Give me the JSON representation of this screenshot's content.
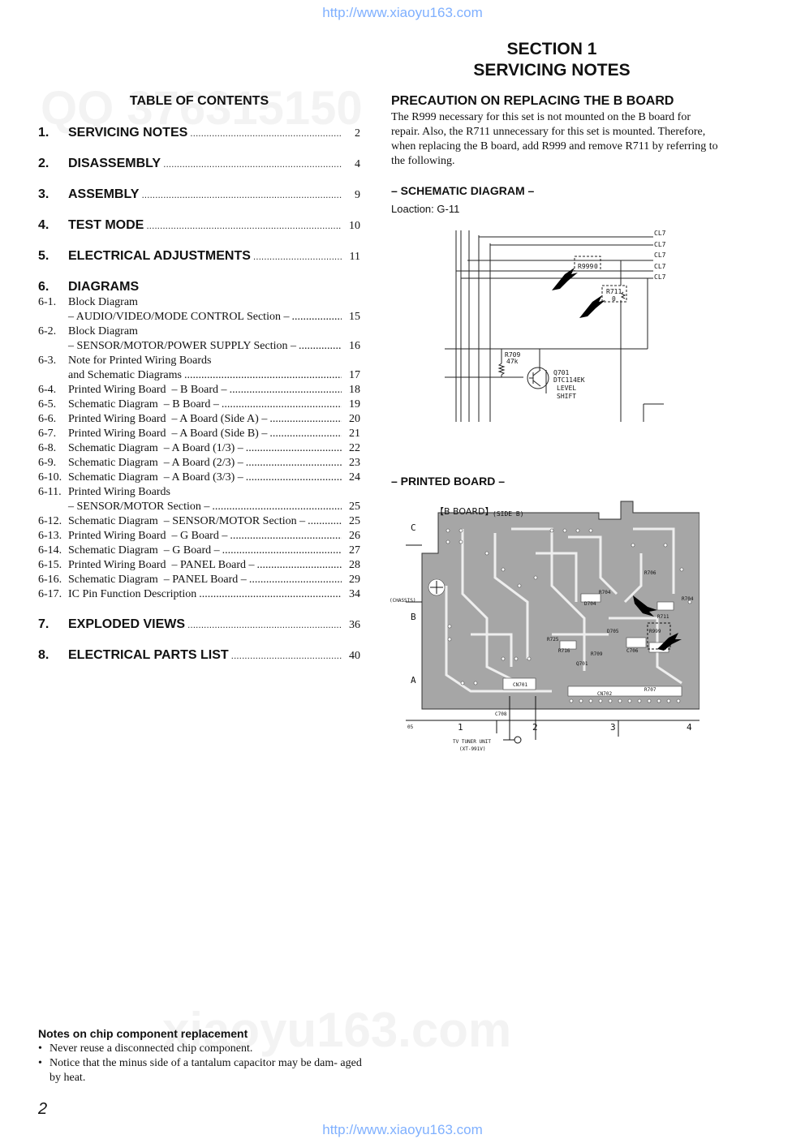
{
  "header_url": "http://www.xiaoyu163.com",
  "footer_url": "http://www.xiaoyu163.com",
  "section": {
    "line1": "SECTION  1",
    "line2": "SERVICING  NOTES"
  },
  "toc": {
    "title": "TABLE  OF  CONTENTS",
    "main": [
      {
        "num": "1.",
        "label": "SERVICING  NOTES",
        "page": "2"
      },
      {
        "num": "2.",
        "label": "DISASSEMBLY",
        "page": "4"
      },
      {
        "num": "3.",
        "label": "ASSEMBLY",
        "page": "9"
      },
      {
        "num": "4.",
        "label": "TEST  MODE",
        "page": "10"
      },
      {
        "num": "5.",
        "label": "ELECTRICAL  ADJUSTMENTS",
        "page": "11"
      },
      {
        "num": "6.",
        "label": "DIAGRAMS"
      },
      {
        "num": "7.",
        "label": "EXPLODED  VIEWS",
        "page": "36"
      },
      {
        "num": "8.",
        "label": "ELECTRICAL  PARTS  LIST",
        "page": "40"
      }
    ],
    "diagrams": [
      {
        "num": "6-1.",
        "label": "Block Diagram"
      },
      {
        "num": "",
        "label": "– AUDIO/VIDEO/MODE CONTROL Section –",
        "page": "15"
      },
      {
        "num": "6-2.",
        "label": "Block Diagram"
      },
      {
        "num": "",
        "label": "– SENSOR/MOTOR/POWER SUPPLY Section –",
        "page": "16"
      },
      {
        "num": "6-3.",
        "label": "Note for Printed Wiring Boards"
      },
      {
        "num": "",
        "label": "and Schematic Diagrams",
        "page": "17"
      },
      {
        "num": "6-4.",
        "label": "Printed Wiring Board  – B Board –",
        "page": "18"
      },
      {
        "num": "6-5.",
        "label": "Schematic Diagram  – B Board –",
        "page": "19"
      },
      {
        "num": "6-6.",
        "label": "Printed Wiring Board  – A Board (Side A) –",
        "page": "20"
      },
      {
        "num": "6-7.",
        "label": "Printed Wiring Board  – A Board (Side B) –",
        "page": "21"
      },
      {
        "num": "6-8.",
        "label": "Schematic Diagram  – A Board (1/3) –",
        "page": "22"
      },
      {
        "num": "6-9.",
        "label": "Schematic Diagram  – A Board (2/3) –",
        "page": "23"
      },
      {
        "num": "6-10.",
        "label": "Schematic Diagram  – A Board (3/3) –",
        "page": "24"
      },
      {
        "num": "6-11.",
        "label": "Printed Wiring Boards"
      },
      {
        "num": "",
        "label": "– SENSOR/MOTOR Section –",
        "page": "25"
      },
      {
        "num": "6-12.",
        "label": "Schematic Diagram  – SENSOR/MOTOR Section –",
        "page": "25"
      },
      {
        "num": "6-13.",
        "label": "Printed Wiring Board  – G Board –",
        "page": "26"
      },
      {
        "num": "6-14.",
        "label": "Schematic Diagram  – G Board –",
        "page": "27"
      },
      {
        "num": "6-15.",
        "label": "Printed Wiring Board  – PANEL Board –",
        "page": "28"
      },
      {
        "num": "6-16.",
        "label": "Schematic Diagram  – PANEL Board –",
        "page": "29"
      },
      {
        "num": "6-17.",
        "label": "IC Pin Function Description",
        "page": "34"
      }
    ]
  },
  "precaution": {
    "title": "PRECAUTION  ON  REPLACING  THE  B  BOARD",
    "body": "The R999 necessary for this set is not mounted on the B board for repair. Also, the R711 unnecessary for this set is mounted. Therefore, when replacing the B board, add R999 and remove R711 by referring to the following."
  },
  "schematic": {
    "title": "– SCHEMATIC  DIAGRAM –",
    "location": "Loaction: G-11",
    "line_labels": [
      "CL7",
      "CL7",
      "CL7",
      "CL7",
      "CL7"
    ],
    "r999": "R999",
    "r999_value": "0",
    "r711": "R711",
    "r711_value": "0",
    "r709": "R709",
    "r709_value": "47k",
    "q701": "Q701",
    "q701_part": "DTC114EK",
    "q701_note1": "LEVEL",
    "q701_note2": "SHIFT"
  },
  "printed": {
    "title": "– PRINTED  BOARD –",
    "board_label": "【B BOARD】",
    "side_label": "(SIDE B)",
    "rows": [
      "C",
      "B",
      "A"
    ],
    "cols": [
      "1",
      "2",
      "3",
      "4"
    ],
    "corner": "05",
    "chassis": "(CHASSIS)",
    "tuner": "TV TUNER UNIT",
    "tuner_model": "(XT-991V)",
    "parts": [
      "R706",
      "R704",
      "R704",
      "D704",
      "R711",
      "D705",
      "R999",
      "C706",
      "R725",
      "R716",
      "R709",
      "Q701",
      "CN701",
      "CN702",
      "C708",
      "R707"
    ]
  },
  "notes": {
    "title": "Notes on chip component replacement",
    "items": [
      "Never reuse a disconnected chip component.",
      "Notice that the minus side of a tantalum capacitor may be dam- aged by heat."
    ]
  },
  "page_number": "2"
}
